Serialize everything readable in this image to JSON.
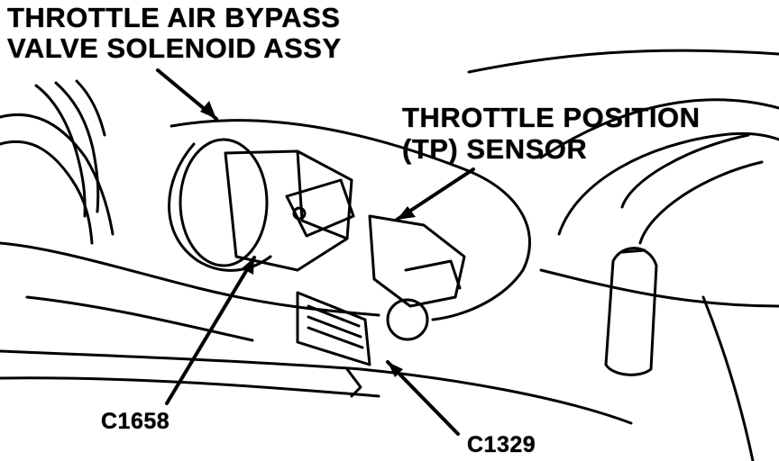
{
  "labels": {
    "bypass_valve_line1": "THROTTLE AIR BYPASS",
    "bypass_valve_line2": "VALVE SOLENOID ASSY",
    "tp_sensor_line1": "THROTTLE POSITION",
    "tp_sensor_line2": "(TP) SENSOR",
    "connector_c1658": "C1658",
    "connector_c1329": "C1329"
  },
  "colors": {
    "ink": "#000000",
    "paper": "#ffffff"
  }
}
